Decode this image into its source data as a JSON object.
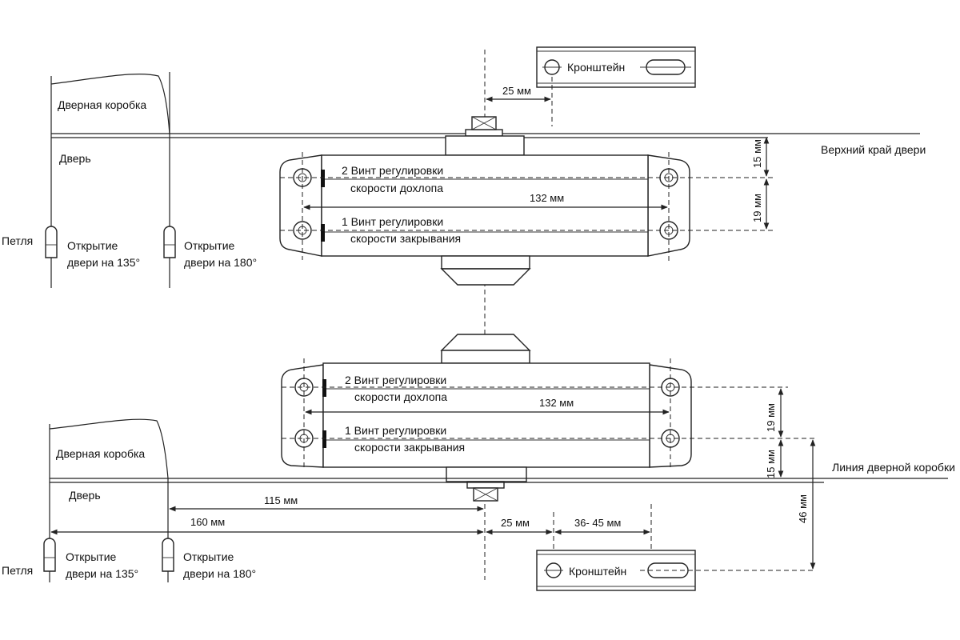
{
  "top": {
    "door_frame": "Дверная коробка",
    "door": "Дверь",
    "hinge": "Петля",
    "open135_line1": "Открытие",
    "open135_line2": "двери на 135°",
    "open180_line1": "Открытие",
    "open180_line2": "двери на 180°",
    "bracket": "Кронштейн",
    "dim_25": "25 мм",
    "door_top_edge": "Верхний край двери",
    "dim_15": "15 мм",
    "dim_19": "19 мм",
    "dim_132": "132 мм",
    "screw2_line1": "2 Винт регулировки",
    "screw2_line2": "скорости дохлопа",
    "screw1_line1": "1 Винт регулировки",
    "screw1_line2": "скорости закрывания"
  },
  "bottom": {
    "door_frame": "Дверная коробка",
    "door": "Дверь",
    "hinge": "Петля",
    "open135_line1": "Открытие",
    "open135_line2": "двери на 135°",
    "open180_line1": "Открытие",
    "open180_line2": "двери на 180°",
    "bracket": "Кронштейн",
    "frame_line": "Линия дверной коробки",
    "dim_115": "115 мм",
    "dim_160": "160 мм",
    "dim_25": "25 мм",
    "dim_36_45": "36- 45 мм",
    "dim_19": "19 мм",
    "dim_15": "15 мм",
    "dim_46": "46 мм",
    "dim_132": "132 мм",
    "screw2_line1": "2 Винт регулировки",
    "screw2_line2": "скорости дохлопа",
    "screw1_line1": "1 Винт регулировки",
    "screw1_line2": "скорости закрывания"
  }
}
